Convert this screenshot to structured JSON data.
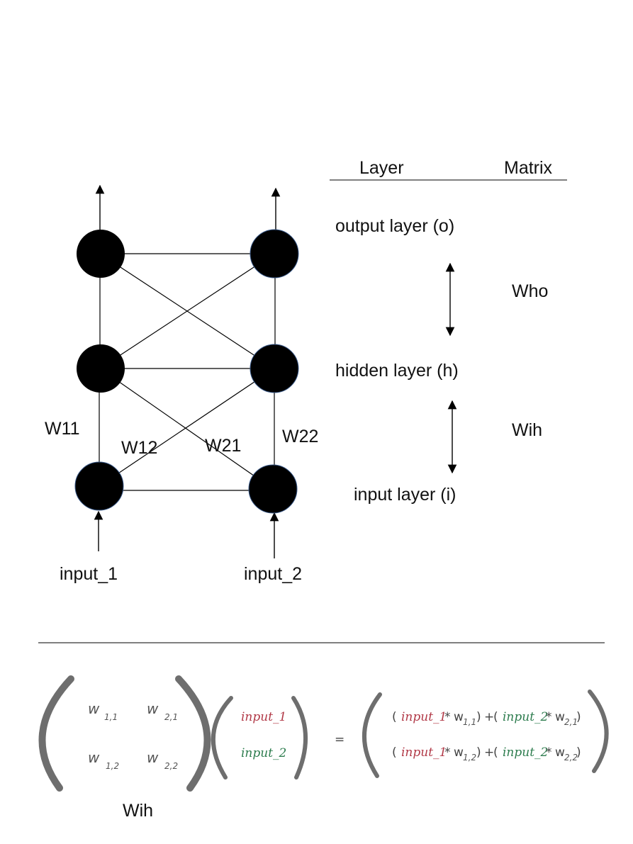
{
  "colors": {
    "input_1": "#e0302b",
    "input_2": "#1f9a3a",
    "input_1_handwritten": "#b23a48",
    "input_2_handwritten": "#2e7d4f"
  },
  "table": {
    "header_layer": "Layer",
    "header_matrix": "Matrix",
    "rows": {
      "output": "output layer (o)",
      "hidden": "hidden layer (h)",
      "input": "input layer (i)"
    },
    "matrices": {
      "who": "Who",
      "wih": "Wih"
    }
  },
  "network": {
    "weights": {
      "w11": "W11",
      "w12": "W12",
      "w21": "W21",
      "w22": "W22"
    },
    "inputs": {
      "input_1": "input_1",
      "input_2": "input_2"
    }
  },
  "equation": {
    "w": "w",
    "subscripts": {
      "s11": "1,1",
      "s21": "2,1",
      "s12": "1,2",
      "s22": "2,2"
    },
    "vector": {
      "input_1": "input_1",
      "input_2": "input_2"
    },
    "equals": "=",
    "open_paren": "(",
    "close_paren": ")",
    "times": "*",
    "plus": "+",
    "matrix_label": "Wih"
  }
}
